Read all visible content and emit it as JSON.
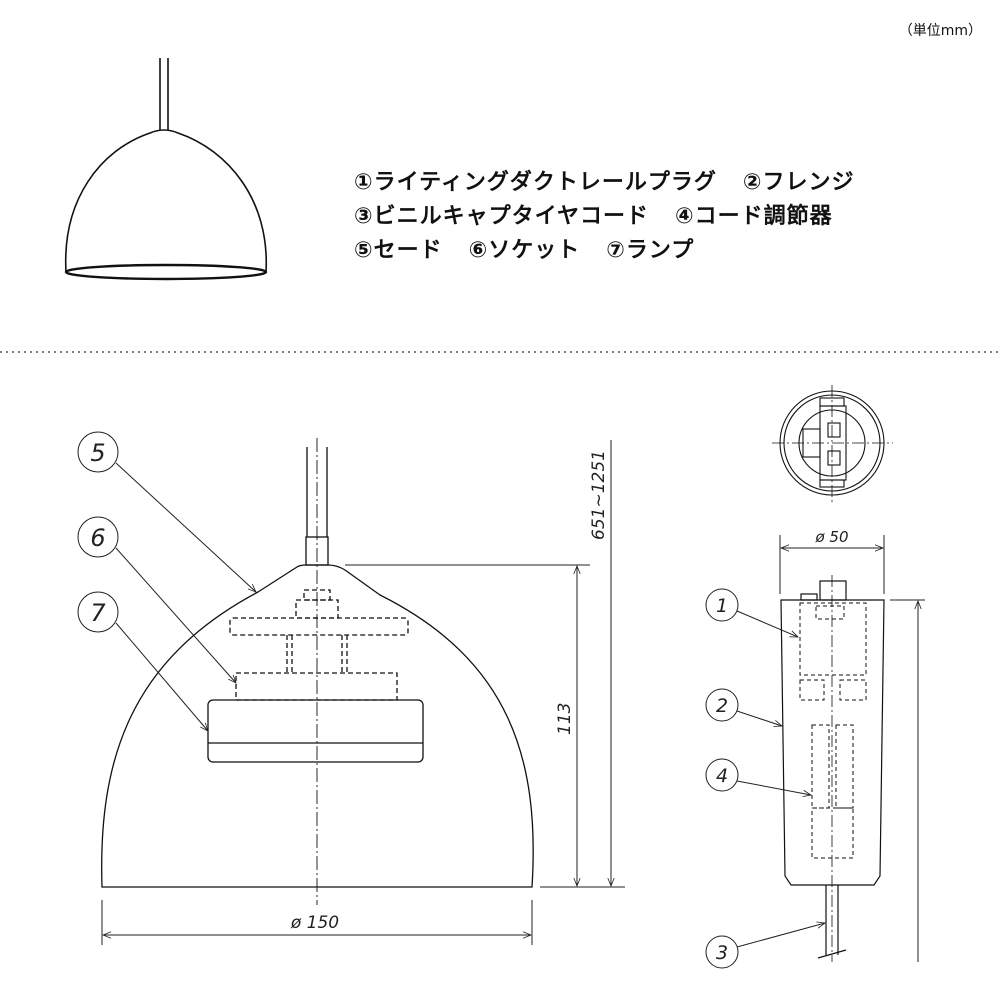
{
  "unit_label": "（単位mm）",
  "legend": {
    "rows": [
      [
        "①ライティングダクトレールプラグ",
        "②フレンジ"
      ],
      [
        "③ビニルキャプタイヤコード",
        "④コード調節器"
      ],
      [
        "⑤セード",
        "⑥ソケット",
        "⑦ランプ"
      ]
    ]
  },
  "dimensions": {
    "cord_length": "651~1251",
    "shade_height": "113",
    "shade_diameter": "ø 150",
    "plug_diameter": "ø 50"
  },
  "callouts": {
    "shade": "5",
    "socket": "6",
    "lamp": "7",
    "plug": "1",
    "flange": "2",
    "cord": "3",
    "adjuster": "4"
  }
}
